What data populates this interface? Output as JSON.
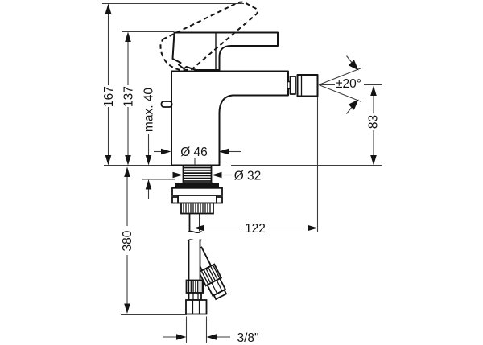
{
  "drawing": {
    "labels": {
      "total_height": "167",
      "lever_height": "137",
      "max_mounting_depth": "max. 40",
      "body_diameter": "Ø 46",
      "shank_diameter": "Ø 32",
      "spout_height": "83",
      "spray_angle": "±20°",
      "spout_reach": "122",
      "hose_length": "380",
      "hose_connection": "3/8\""
    },
    "colors": {
      "ink": "#141414",
      "dim_line": "#3c3c3c",
      "background": "#ffffff"
    }
  }
}
